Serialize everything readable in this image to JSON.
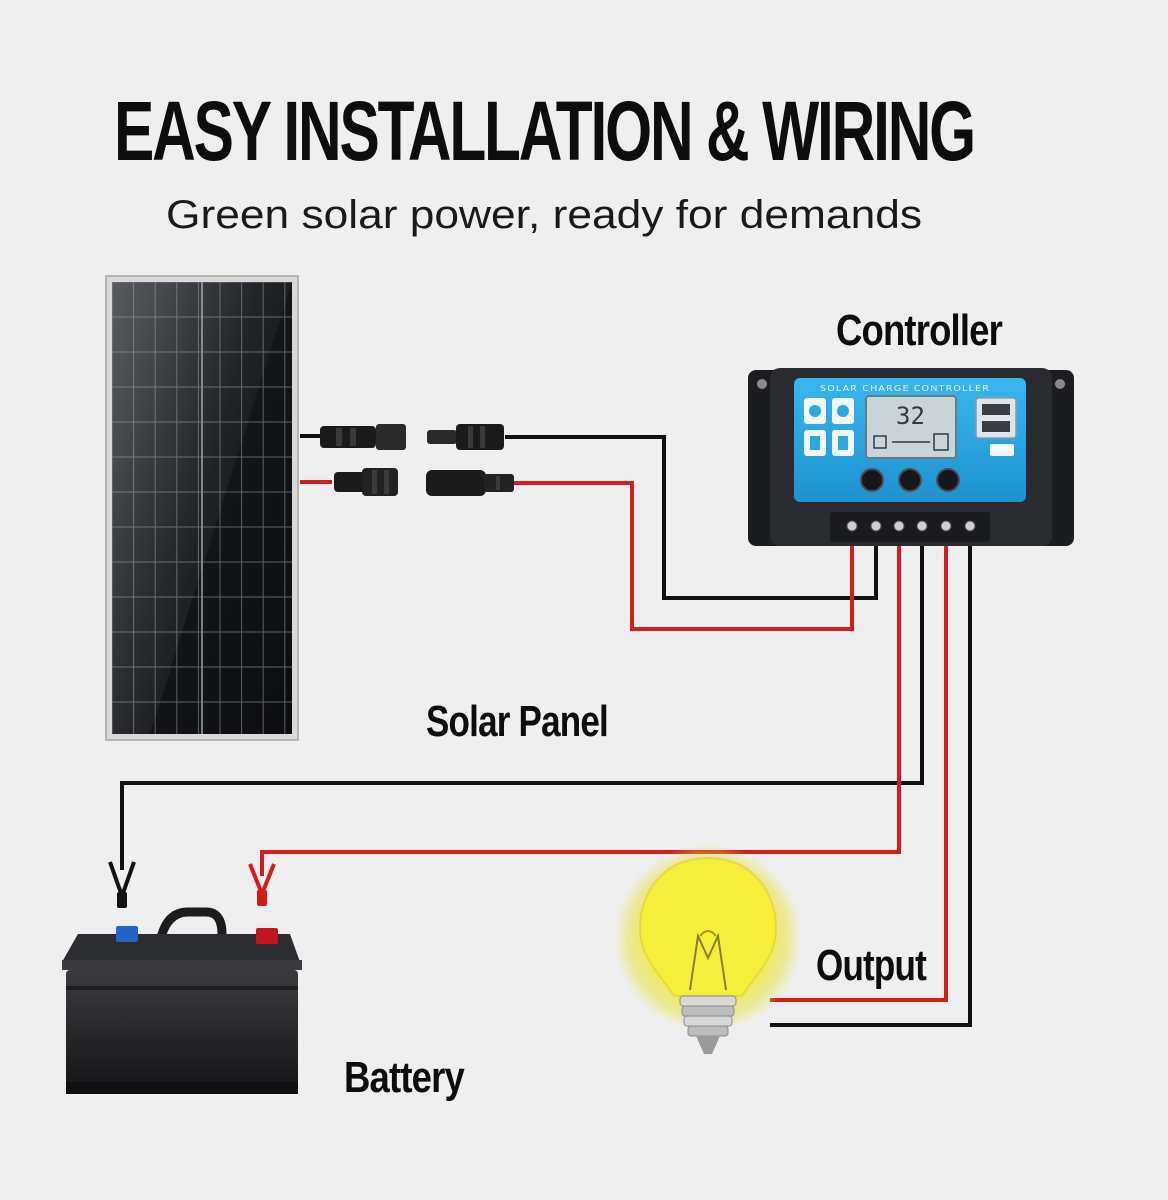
{
  "title": "EASY INSTALLATION & WIRING",
  "subtitle": "Green solar power, ready for demands",
  "labels": {
    "controller": "Controller",
    "solar_panel": "Solar Panel",
    "output": "Output",
    "battery": "Battery"
  },
  "controller_screen": {
    "reading": "32",
    "header": "SOLAR CHARGE CONTROLLER"
  },
  "colors": {
    "positive_wire": "#d31c1c",
    "negative_wire": "#111111",
    "controller_face": "#2da7e0",
    "bulb_glow": "#f3ef3a"
  }
}
